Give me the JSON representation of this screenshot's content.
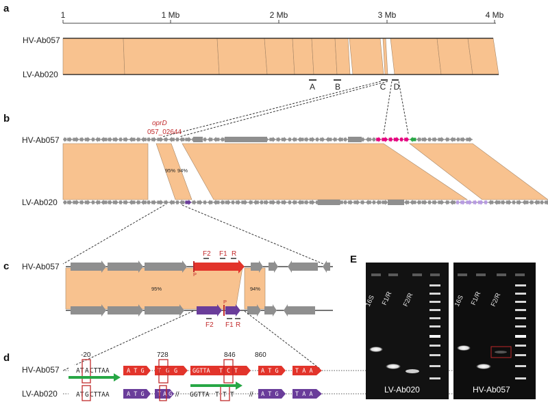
{
  "colors": {
    "syntenyFill": "#f8c28f",
    "syntenyStroke": "#b08a6a",
    "gene": "#8f8f8f",
    "oprD": "#e2342b",
    "purple": "#6a3d9a",
    "magenta": "#e6007e",
    "lavender": "#b79be0",
    "green": "#27a745",
    "primerRed": "#c0282a"
  },
  "panel_a": {
    "label": "a",
    "scale": [
      "1",
      "1 Mb",
      "2 Mb",
      "3 Mb",
      "4 Mb"
    ],
    "top_strain": "HV-Ab057",
    "bottom_strain": "LV-Ab020",
    "regions": [
      "A",
      "B",
      "C",
      "D"
    ]
  },
  "panel_b": {
    "label": "b",
    "top_strain": "HV-Ab057",
    "bottom_strain": "LV-Ab020",
    "gene_name": "oprD",
    "gene_id": "057_02644",
    "identity_left": "95%",
    "identity_right": "94%"
  },
  "panel_c": {
    "label": "c",
    "top_strain": "HV-Ab057",
    "top_primers": [
      "F2",
      "F1",
      "R"
    ],
    "bottom_primers": [
      "F2",
      "F1",
      "R"
    ],
    "promoter": "P",
    "identity_left": "95%",
    "identity_right": "94%"
  },
  "panel_d": {
    "label": "d",
    "top_strain": "HV-Ab057",
    "bottom_strain": "LV-Ab020",
    "positions": [
      "-20",
      "728",
      "846",
      "860"
    ],
    "top_seq": {
      "s1a": "AT",
      "s1b": "A",
      "s1c": "CTTAA",
      "atg1": "A T G",
      "m2a": "T",
      "m2b": "G",
      "m2c": "G",
      "seq3a": "GGTTA",
      "m3a": "T",
      "m3b": "C",
      "m3c": "T",
      "atg2": "A T G",
      "stop": "T A A"
    },
    "bottom_seq": {
      "s1a": "AT",
      "s1b": "G",
      "s1c": "CTTAA",
      "atg1": "A T G",
      "m2a": "T",
      "m2b": "A",
      "m2c": "G",
      "seq3a": "GGTTA",
      "m3a": "T",
      "m3b": "T",
      "m3c": "T",
      "atg2": "A T G",
      "stop": "T A A"
    }
  },
  "panel_e": {
    "label": "E",
    "left_gel": {
      "name": "LV-Ab020",
      "lanes": [
        "16S",
        "F1/R",
        "F2/R"
      ]
    },
    "right_gel": {
      "name": "HV-Ab057",
      "lanes": [
        "16S",
        "F1/R",
        "F2/R"
      ]
    }
  }
}
